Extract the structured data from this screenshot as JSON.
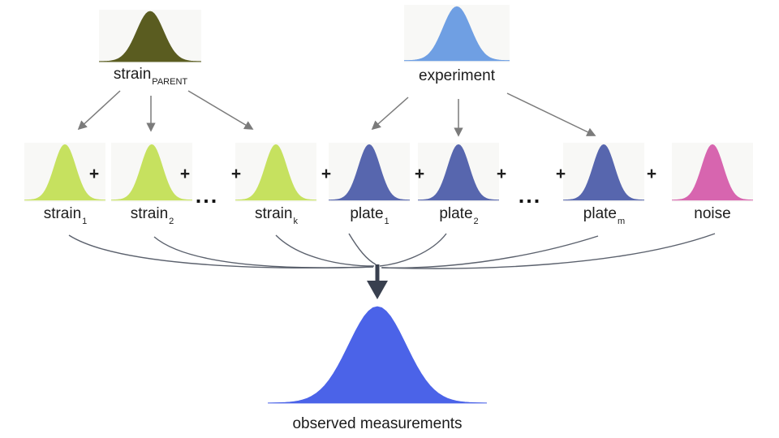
{
  "diagram": {
    "parents": [
      {
        "label": "strain",
        "subscript": "PARENT",
        "color": "#5a5c20"
      },
      {
        "label": "experiment",
        "subscript": "",
        "color": "#6f9fe3"
      }
    ],
    "components": [
      {
        "label": "strain",
        "subscript": "1",
        "color": "#c6e15f"
      },
      {
        "label": "strain",
        "subscript": "2",
        "color": "#c6e15f"
      },
      {
        "label": "strain",
        "subscript": "k",
        "color": "#c6e15f"
      },
      {
        "label": "plate",
        "subscript": "1",
        "color": "#5766ae"
      },
      {
        "label": "plate",
        "subscript": "2",
        "color": "#5766ae"
      },
      {
        "label": "plate",
        "subscript": "m",
        "color": "#5766ae"
      },
      {
        "label": "noise",
        "subscript": "",
        "color": "#d765af"
      }
    ],
    "operators": {
      "plus": "+",
      "ellipsis": "..."
    },
    "result": {
      "label": "observed measurements",
      "color": "#4b63e8"
    },
    "colors": {
      "arrow": "#7b7b7b",
      "merge_line": "#5b616d",
      "merge_arrow": "#39404f",
      "text": "#1c1c1c"
    }
  }
}
